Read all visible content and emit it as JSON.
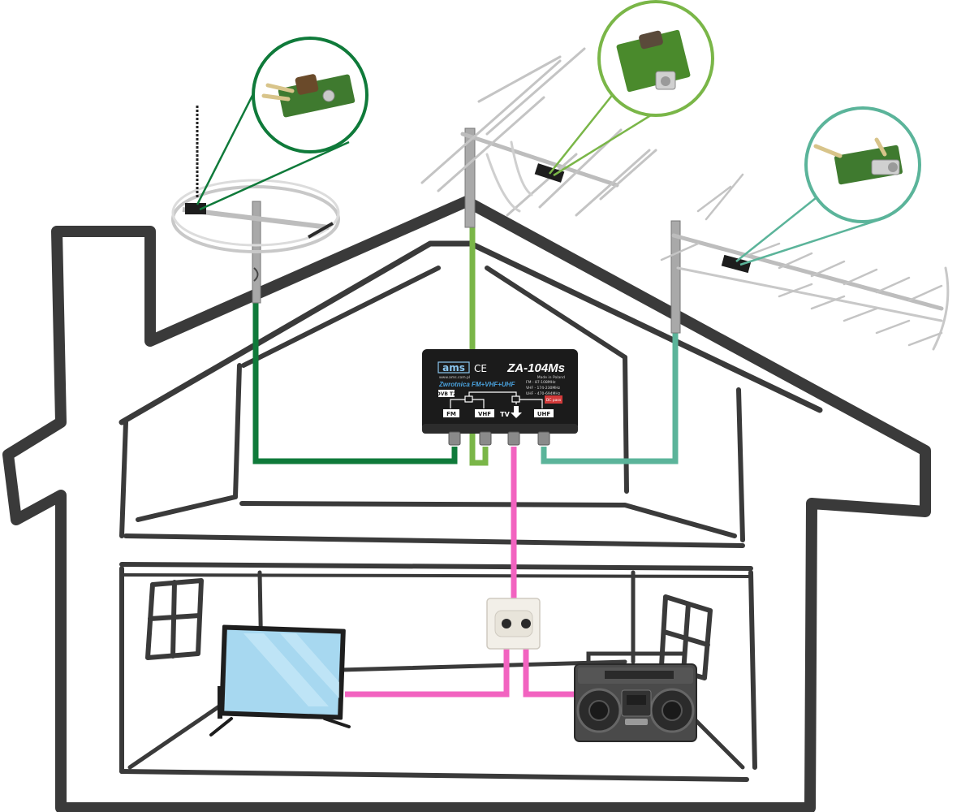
{
  "combiner": {
    "brand": "ams",
    "ce_mark": "CE",
    "model": "ZA-104Ms",
    "website": "www.ams.com.pl",
    "made_in": "Made in Poland",
    "product_name": "Zwrotnica FM+VHF+UHF",
    "band_fm": "FM - 87-108MHz",
    "band_vhf": "VHF - 174-230MHz",
    "band_uhf": "UHF - 470-694MHz",
    "dvb_logo": "DVB T2",
    "dc_note": "DC pass",
    "port_fm": "FM",
    "port_vhf": "VHF",
    "port_tv": "TV",
    "port_uhf": "UHF"
  },
  "colors": {
    "fm_cable": "#0f7a3a",
    "vhf_cable": "#7ab648",
    "uhf_cable": "#5bb49a",
    "output_cable": "#f263c0",
    "house_outline": "#3a3a3a"
  },
  "icons": {
    "fm_antenna": "fm-loop-antenna-icon",
    "vhf_antenna": "vhf-yagi-antenna-icon",
    "uhf_antenna": "uhf-yagi-antenna-icon",
    "tv": "tv-icon",
    "radio": "boombox-radio-icon",
    "wall_socket": "wall-socket-icon"
  }
}
